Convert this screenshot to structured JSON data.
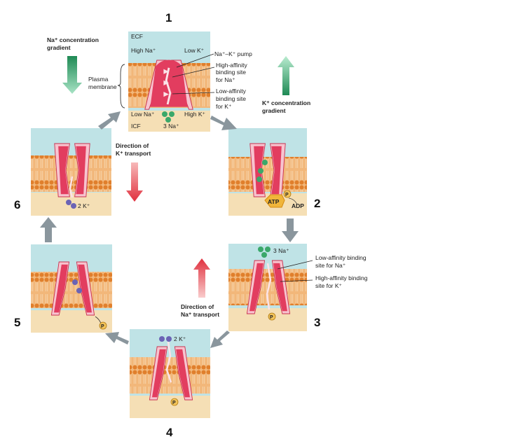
{
  "steps": {
    "s1": "1",
    "s2": "2",
    "s3": "3",
    "s4": "4",
    "s5": "5",
    "s6": "6"
  },
  "panel1": {
    "ecf": "ECF",
    "high_na": "High Na⁺",
    "low_k": "Low K⁺",
    "low_na": "Low Na⁺",
    "high_k": "High K⁺",
    "icf": "ICF",
    "na3": "3 Na⁺"
  },
  "callouts": {
    "pump": "Na⁺–K⁺ pump",
    "high_aff_na": [
      "High-affinity",
      "binding site",
      "for Na⁺"
    ],
    "low_aff_k": [
      "Low-affinity",
      "binding site",
      "for K⁺"
    ],
    "plasma_membrane": [
      "Plasma",
      "membrane"
    ],
    "low_aff_na": [
      "Low-affinity binding",
      "site for Na⁺"
    ],
    "high_aff_k": [
      "High-affinity binding",
      "site for K⁺"
    ]
  },
  "gradients": {
    "na_gradient": [
      "Na⁺ concentration",
      "gradient"
    ],
    "k_gradient": [
      "K⁺ concentration",
      "gradient"
    ]
  },
  "transport": {
    "k_direction": [
      "Direction of",
      "K⁺ transport"
    ],
    "na_direction": [
      "Direction of",
      "Na⁺ transport"
    ]
  },
  "molecules": {
    "atp": "ATP",
    "adp": "ADP",
    "p": "P",
    "k2": "2 K⁺",
    "na3": "3 Na⁺"
  },
  "colors": {
    "ecf": "#bfe3e6",
    "icf": "#f5dfb5",
    "membrane": "#e99a47",
    "pump": "#e23d5f",
    "pump_light": "#f7c4cf",
    "na_ion": "#3aa86a",
    "k_ion": "#6b63b5",
    "atp": "#e8463c",
    "flow_arrow": "#8a969d",
    "na_grad_arrow": "#2f9e6e",
    "transport_arrow": "#e0303e"
  }
}
